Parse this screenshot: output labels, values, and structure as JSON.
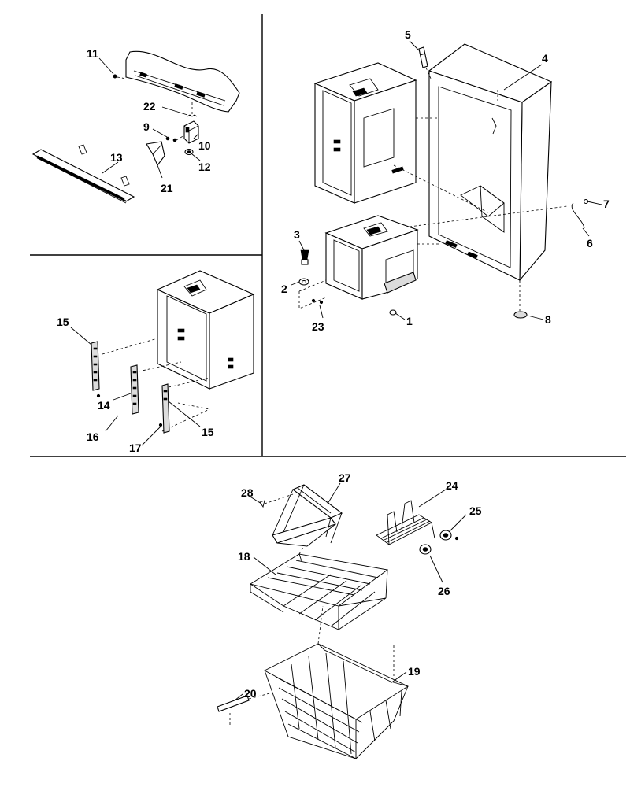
{
  "callouts": [
    {
      "n": "1"
    },
    {
      "n": "2"
    },
    {
      "n": "3"
    },
    {
      "n": "4"
    },
    {
      "n": "5"
    },
    {
      "n": "6"
    },
    {
      "n": "7"
    },
    {
      "n": "8"
    },
    {
      "n": "9"
    },
    {
      "n": "10"
    },
    {
      "n": "11"
    },
    {
      "n": "12"
    },
    {
      "n": "13"
    },
    {
      "n": "14"
    },
    {
      "n": "15"
    },
    {
      "n": "15"
    },
    {
      "n": "16"
    },
    {
      "n": "17"
    },
    {
      "n": "18"
    },
    {
      "n": "19"
    },
    {
      "n": "20"
    },
    {
      "n": "21"
    },
    {
      "n": "22"
    },
    {
      "n": "23"
    },
    {
      "n": "24"
    },
    {
      "n": "25"
    },
    {
      "n": "26"
    },
    {
      "n": "27"
    },
    {
      "n": "28"
    }
  ]
}
